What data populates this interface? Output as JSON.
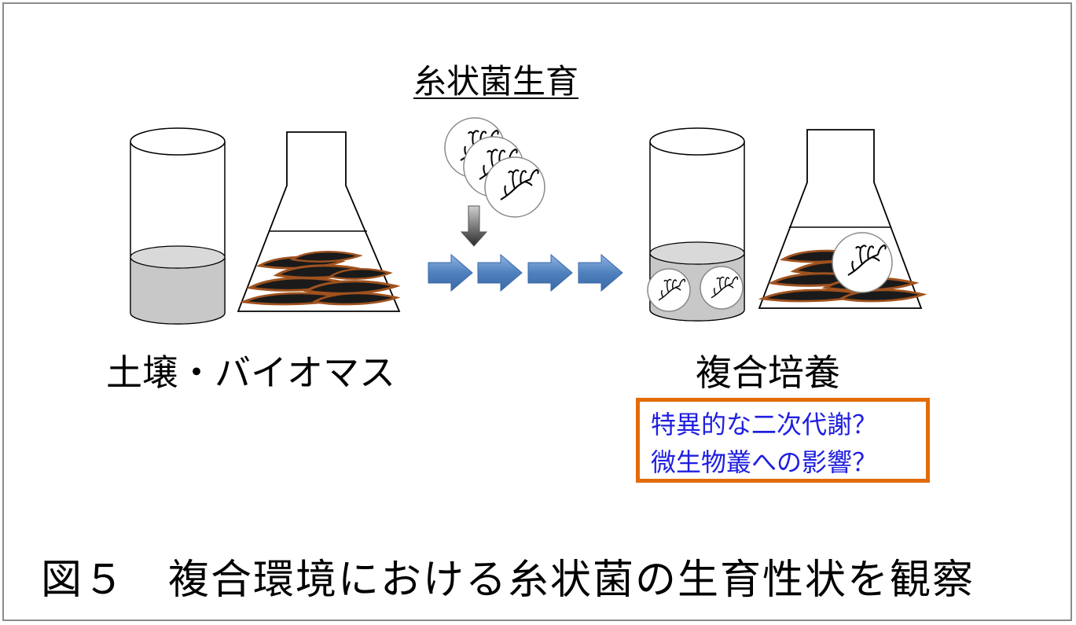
{
  "diagram": {
    "title": "糸状菌生育",
    "left_label": "土壌・バイオマス",
    "right_label": "複合培養",
    "questions": [
      "特異的な二次代謝？",
      "微生物叢への影響？"
    ],
    "caption": "図５　複合環境における糸状菌の生育性状を観察",
    "colors": {
      "arrow_fill": "#4f81bd",
      "box_border": "#e36c0a",
      "question_text": "#1f1fe0",
      "liquid": "#c8c8c8",
      "biomass_brown": "#a0521e",
      "biomass_dark": "#1a1a1a"
    }
  }
}
